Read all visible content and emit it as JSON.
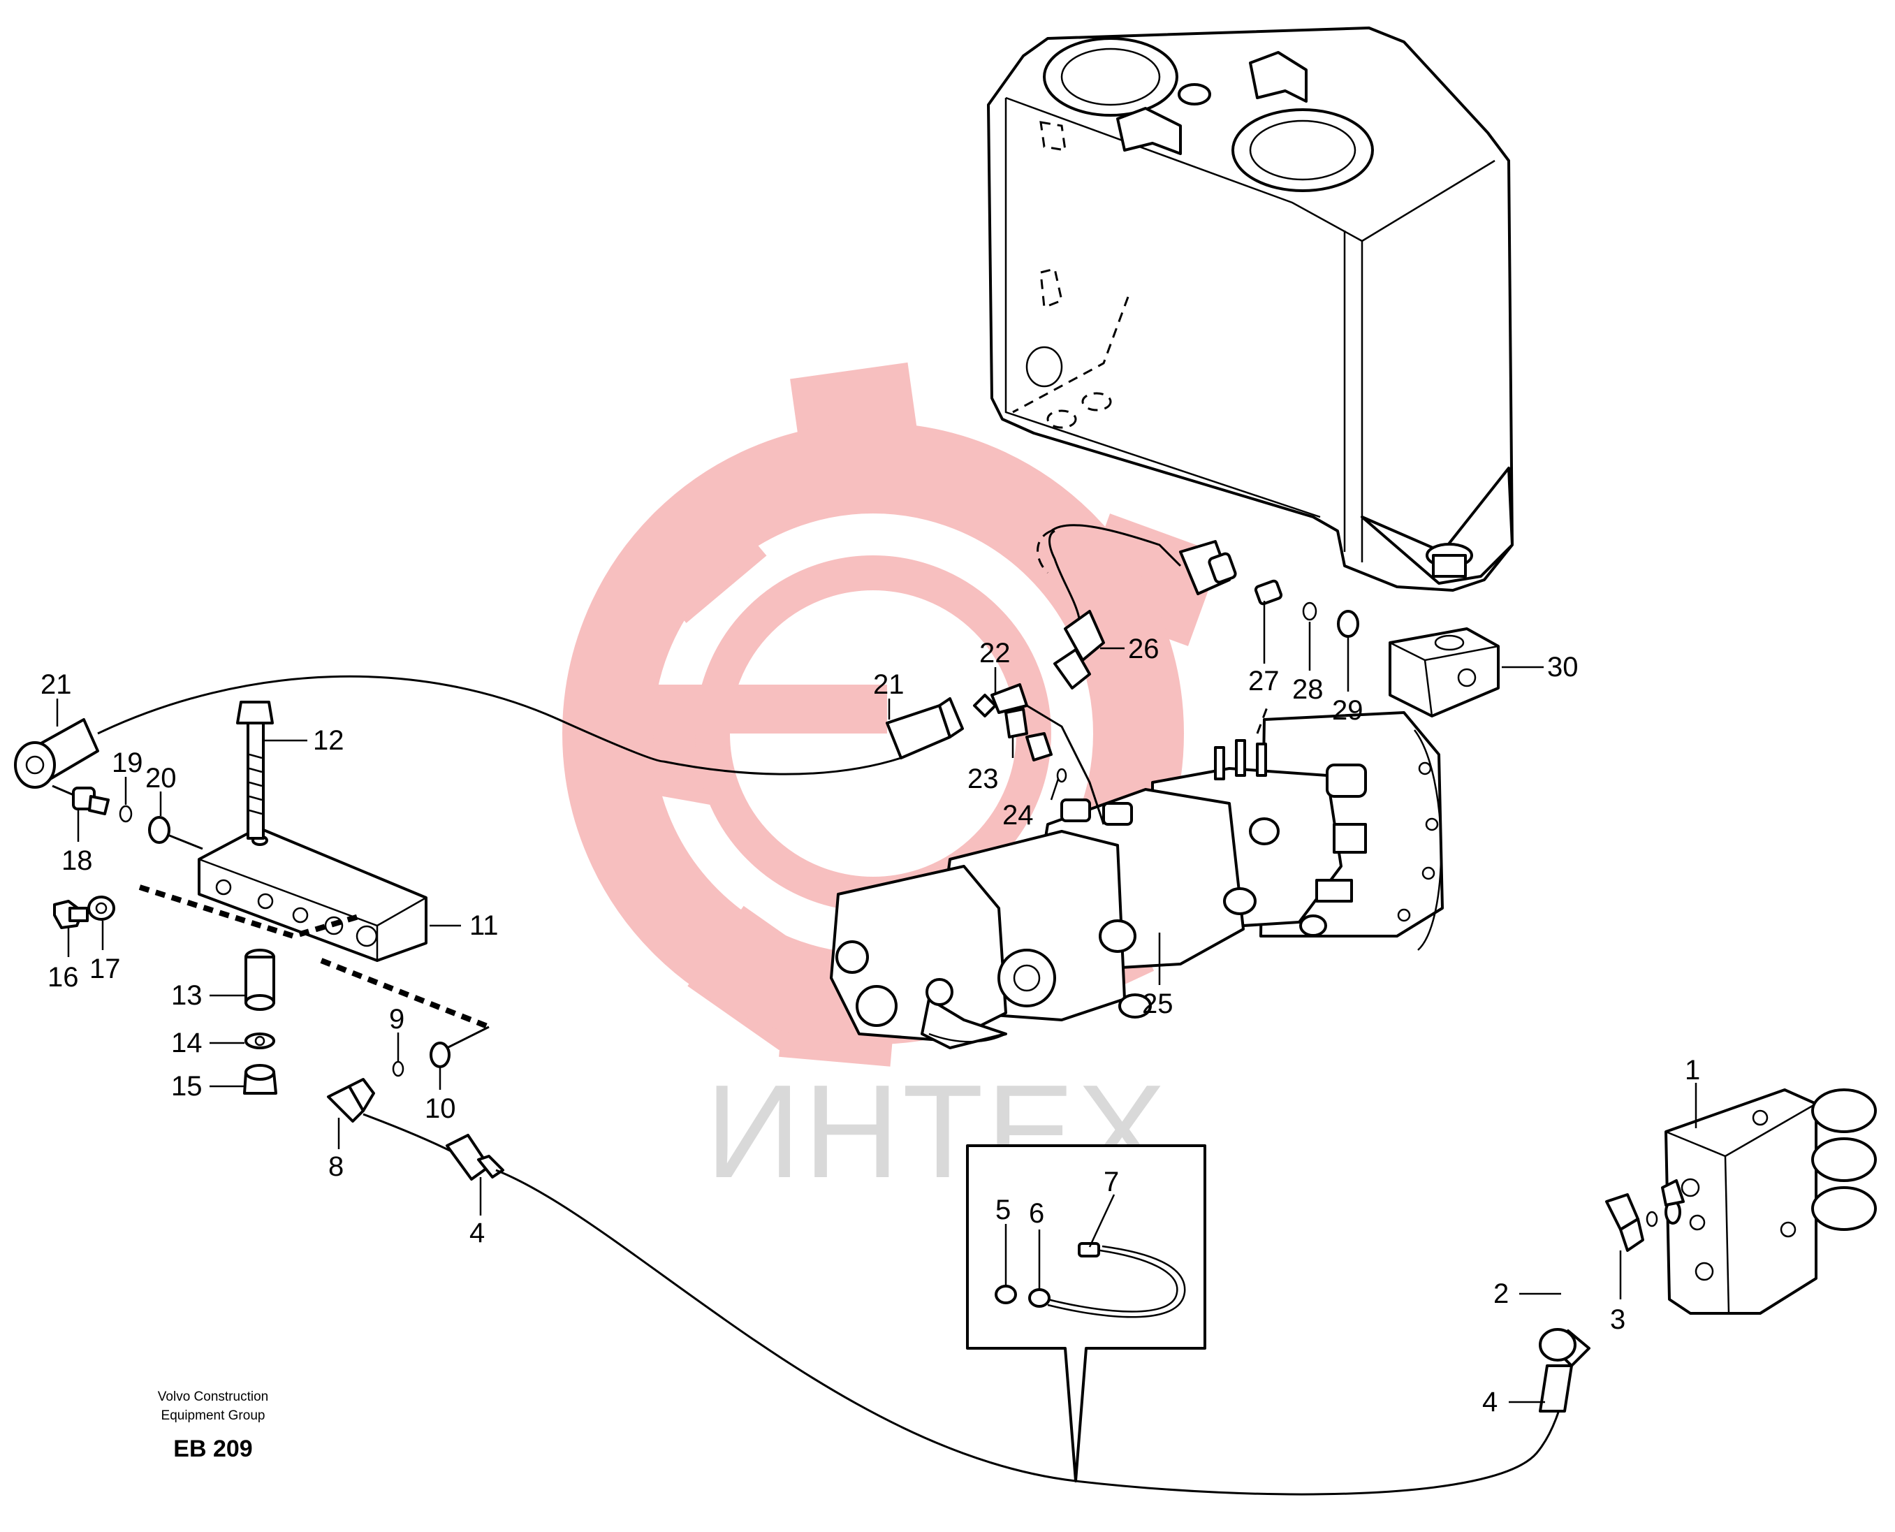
{
  "watermark": {
    "text": "ИНТЕХ",
    "gear_color": "#f6b8b8",
    "text_color": "#d9d9d9"
  },
  "callouts": {
    "c1": "1",
    "c2": "2",
    "c3": "3",
    "c4a": "4",
    "c4b": "4",
    "c5": "5",
    "c6": "6",
    "c7": "7",
    "c8": "8",
    "c9": "9",
    "c10": "10",
    "c11": "11",
    "c12": "12",
    "c13": "13",
    "c14": "14",
    "c15": "15",
    "c16": "16",
    "c17": "17",
    "c18": "18",
    "c19": "19",
    "c20": "20",
    "c21a": "21",
    "c21b": "21",
    "c22": "22",
    "c23": "23",
    "c24": "24",
    "c25": "25",
    "c26": "26",
    "c27": "27",
    "c28": "28",
    "c29": "29",
    "c30": "30"
  },
  "footer": {
    "line1": "Volvo Construction",
    "line2": "Equipment Group",
    "code": "EB 209"
  }
}
